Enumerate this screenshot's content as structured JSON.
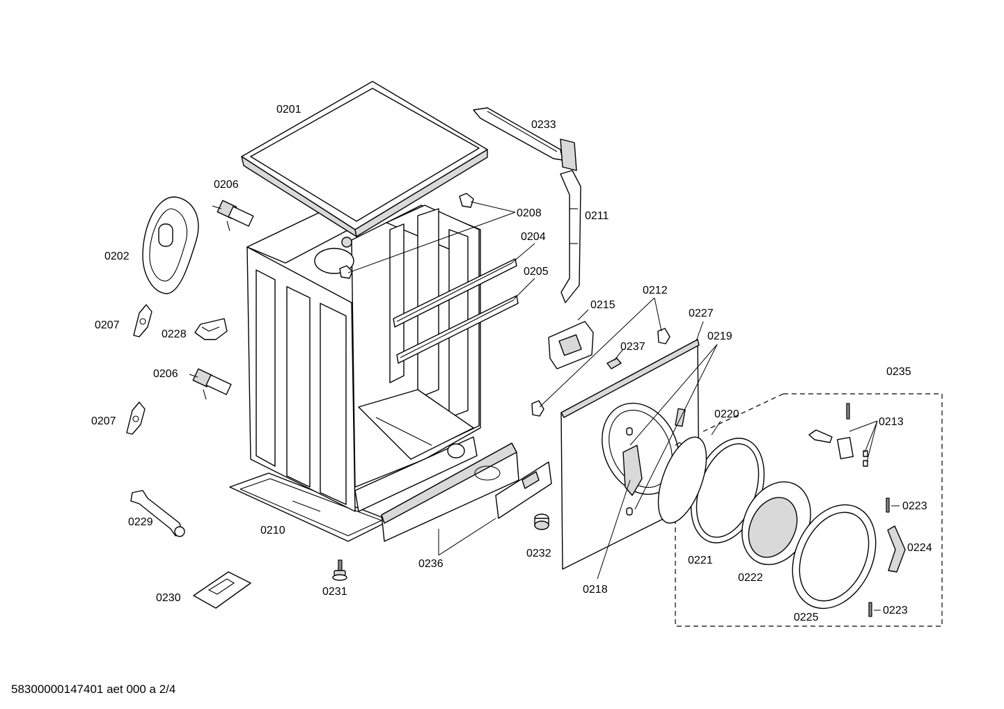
{
  "labels": {
    "p0201": "0201",
    "p0202": "0202",
    "p0204": "0204",
    "p0205": "0205",
    "p0206a": "0206",
    "p0206b": "0206",
    "p0207a": "0207",
    "p0207b": "0207",
    "p0208": "0208",
    "p0210": "0210",
    "p0211": "0211",
    "p0212": "0212",
    "p0213": "0213",
    "p0215": "0215",
    "p0218": "0218",
    "p0219": "0219",
    "p0220": "0220",
    "p0221": "0221",
    "p0222": "0222",
    "p0223a": "0223",
    "p0223b": "0223",
    "p0224": "0224",
    "p0225": "0225",
    "p0227": "0227",
    "p0228": "0228",
    "p0229": "0229",
    "p0230": "0230",
    "p0231": "0231",
    "p0232": "0232",
    "p0233": "0233",
    "p0235": "0235",
    "p0236": "0236",
    "p0237": "0237"
  },
  "footer": "58300000147401 aet 000 a 2/4"
}
